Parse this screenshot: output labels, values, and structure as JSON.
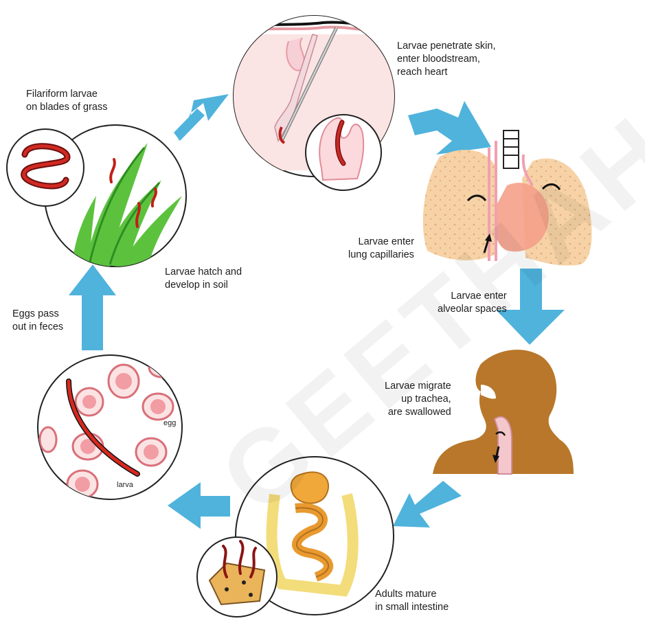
{
  "stages": {
    "skin": "Larvae penetrate skin,\nenter bloodstream,\nreach heart",
    "lung_capillaries": "Larvae enter\nlung capillaries",
    "alveolar": "Larvae enter\nalveolar spaces",
    "trachea": "Larvae migrate\nup trachea,\nare swallowed",
    "intestine": "Adults mature\nin small intestine",
    "eggs": "Eggs pass\nout in feces",
    "hatch": "Larvae hatch and\ndevelop in soil",
    "filariform": "Filariform larvae\non blades of grass"
  },
  "inset_labels": {
    "egg": "egg",
    "larva": "larva"
  },
  "watermark": "GEETHAH",
  "colors": {
    "arrow": "#4fb3dc",
    "larva_red": "#b8201c",
    "grass": "#5cc23e",
    "lung": "#f6d2a6",
    "body": "#b8772a",
    "stomach": "#f0a83a"
  }
}
